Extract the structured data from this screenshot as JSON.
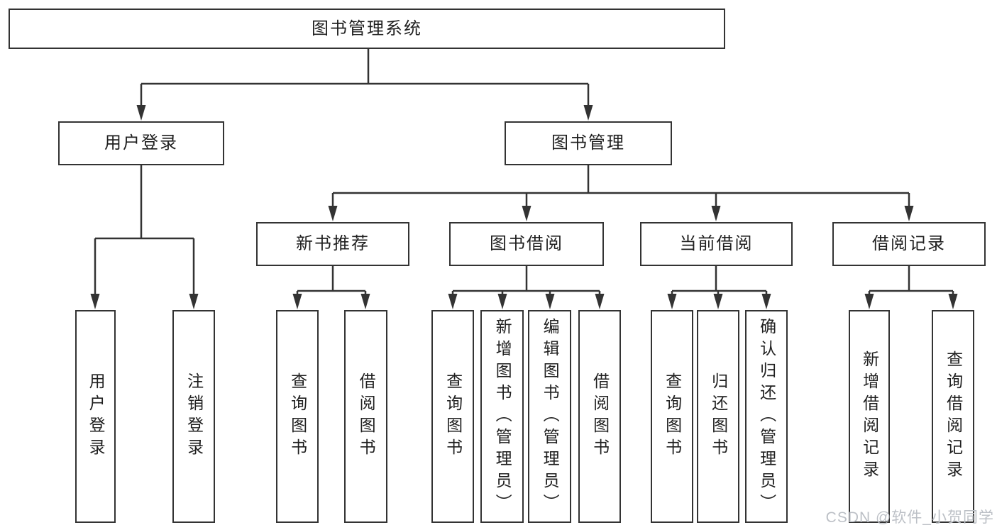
{
  "colors": {
    "line": "#333333",
    "box_border": "#333333",
    "text": "#1f1f1f",
    "watermark": "#bcc0c6",
    "background": "#ffffff"
  },
  "tree": {
    "root": {
      "label": "图书管理系统"
    },
    "branches": [
      {
        "label": "用户登录",
        "children": [
          "用户登录",
          "注销登录"
        ]
      },
      {
        "label": "图书管理",
        "groups": [
          {
            "label": "新书推荐",
            "children": [
              "查询图书",
              "借阅图书"
            ]
          },
          {
            "label": "图书借阅",
            "children": [
              "查询图书",
              "新增图书（管理员）",
              "编辑图书（管理员）",
              "借阅图书"
            ]
          },
          {
            "label": "当前借阅",
            "children": [
              "查询图书",
              "归还图书",
              "确认归还（管理员）"
            ]
          },
          {
            "label": "借阅记录",
            "children": [
              "新增借阅记录",
              "查询借阅记录"
            ]
          }
        ]
      }
    ]
  },
  "watermark": {
    "text": "CSDN @软件_小贺同学"
  }
}
